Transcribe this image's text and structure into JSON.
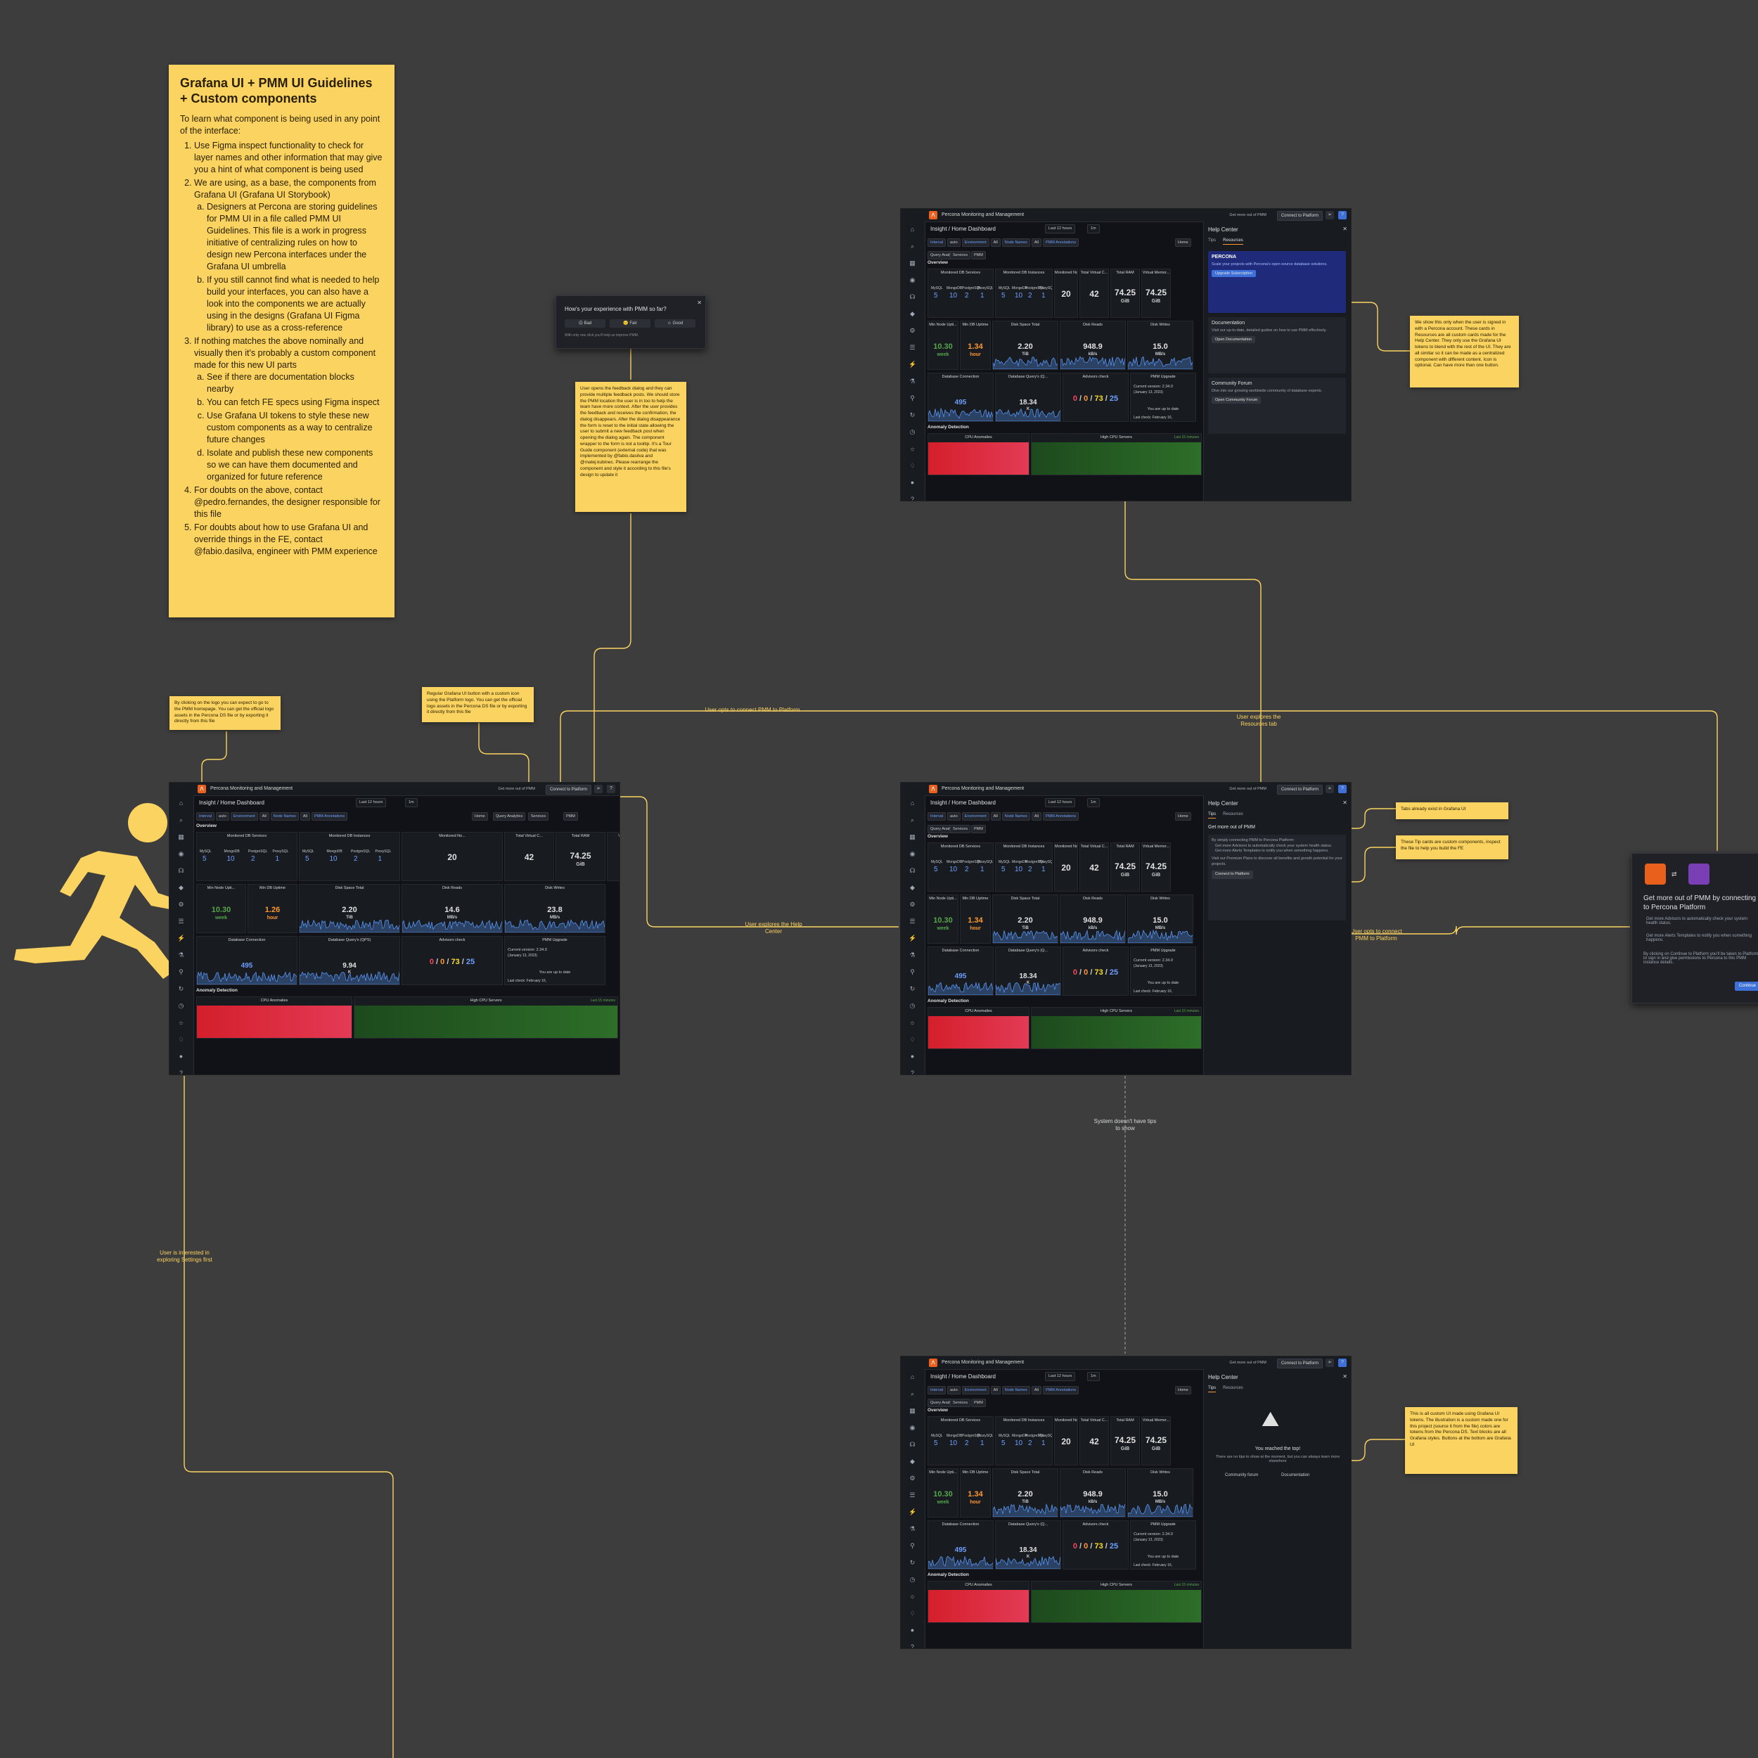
{
  "guide": {
    "title": "Grafana UI + PMM UI Guidelines + Custom components",
    "intro": "To learn what component is being used in any point of the interface:",
    "items": [
      "Use Figma inspect functionality to check for layer names and other information that may give you a hint of what component is being used",
      "We are using, as a base, the components from Grafana UI (Grafana UI Storybook)",
      "If nothing matches the above nominally and visually then it's probably a custom component made for this new UI parts",
      "For doubts on the above, contact @pedro.fernandes, the designer responsible for this file",
      "For doubts about how to use Grafana UI and override things in the FE, contact @fabio.dasilva, engineer with PMM experience"
    ],
    "sub2": [
      "Designers at Percona are storing guidelines for PMM UI in a file called PMM UI Guidelines. This file is a work in progress initiative of centralizing rules on how to design new Percona interfaces under the Grafana UI umbrella",
      "If you still cannot find what is needed to help build your interfaces, you can also have a look into the components we are actually using in the designs (Grafana UI Figma library) to use as a cross-reference"
    ],
    "sub3": [
      "See if there are documentation blocks nearby",
      "You can fetch FE specs using Figma inspect",
      "Use Grafana UI tokens to style these new custom components as a way to centralize future changes",
      "Isolate and publish these new components so we can have them documented and organized for future reference"
    ]
  },
  "notes": {
    "logo": "By clicking on the logo you can expect to go to the PMM homepage. You can get the official logo assets in the Percona DS file or by exporting it directly from this file",
    "connect_btn": "Regular Grafana UI button with a custom icon using the Platform logo. You can get the official logo assets in the Percona DS file or by exporting it directly from this file",
    "feedback": "User opens the feedback dialog and they can provide multiple feedback posts. We should store the PMM location the user is in too to help the team have more context. After the user provides the feedback and receives the confirmation, the dialog disappears. After the dialog disappearance the form is reset to the initial state allowing the user to submit a new feedback post when opening the dialog again. The component wrapper to the form is not a tooltip. It's a Tour Guide component (external code) that was implemented by @fabio.dasilva and @matej.kubinec. Please rearrange the component and style it according to this file's design to update it",
    "promo": "We show this only when the user is signed in with a Percona account. These cards in Resources are all custom cards made for the Help Center. They only use the Grafana UI tokens to blend with the rest of the UI. They are all similar so it can be made as a centralized component with different content. Icon is optional. Can have more than one button.",
    "tabs": "Tabs already exist in Grafana UI",
    "tipcards": "These Tip cards are custom components, inspect the file to help you build the FE",
    "empty": "This is all custom UI made using Grafana UI tokens. The illustration is a custom made one for this project (source it from the file) colors are tokens from the Percona DS. Text blocks are all Grafana styles. Buttons at the bottom are Grafana UI"
  },
  "flows": {
    "connect": "User opts to connect PMM to Platform",
    "resources": "User explores the Resources tab",
    "help": "User explores the Help Center",
    "connect2": "User opts to connect PMM to Platform",
    "notips": "System doesn't have tips to show",
    "settings": "User is interested in exploring Settings first"
  },
  "app": {
    "title": "Percona Monitoring and Management",
    "get_more": "Get more out of PMM",
    "connect": "Connect to Platform",
    "breadcrumb": "Insight / Home Dashboard",
    "time": "Last 12 hours",
    "refresh": "1m",
    "vars": [
      "Interval",
      "auto",
      "Environment",
      "All",
      "Node Names",
      "All",
      "PMM Annotations"
    ],
    "links": [
      "Home",
      "Query Analytics",
      "Services",
      "PMM"
    ],
    "overview": "Overview",
    "anomaly": "Anomaly Detection",
    "cpu_anom": "CPU Anomalies",
    "high_cpu": "High CPU Servers",
    "last15": "Last 15 minutes"
  },
  "panels": {
    "db_services": "Monitored DB Services",
    "db_instances": "Monitored DB Instances",
    "nodes": "Monitored No...",
    "vcpu": "Total Virtual C...",
    "ram": "Total RAM",
    "vmem": "Virtual Memor...",
    "db_names": [
      "MySQL",
      "MongoDB",
      "PostgreSQL",
      "ProxySQL"
    ],
    "db_counts": [
      "5",
      "10",
      "2",
      "1"
    ],
    "nodes_val": "20",
    "vcpu_val": "42",
    "ram_val": "74.25",
    "vmem_val": "74.25",
    "gib": "GiB",
    "min_node": "Min Node Upti...",
    "min_db": "Min DB Uptime",
    "disk_space": "Disk Space Total",
    "disk_reads": "Disk Reads",
    "disk_writes": "Disk Writes",
    "node_up": "10.30",
    "week": "week",
    "db_up": "1.26",
    "db_up_alt": "1.34",
    "hour": "hour",
    "disk_total": "2.20",
    "tib": "TiB",
    "reads_main": "14.6",
    "reads_alt": "948.9",
    "kbs": "kB/s",
    "mbs": "MB/s",
    "writes_main": "23.8",
    "writes_alt": "15.0",
    "db_conn": "Database Connection",
    "db_conn_val": "495",
    "db_qps": "Database Query's (QPS)",
    "db_qps_short": "Database Query's (Q...",
    "qps_val": "9.94",
    "qps_alt": "18.34",
    "k": "K",
    "advisors": "Advisors check",
    "adv_vals": [
      "0",
      "0",
      "73",
      "25"
    ],
    "pmm_upgrade": "PMM Upgrade",
    "current": "Current version: 2.34.0",
    "date": "(January 13, 2023)",
    "uptodate": "You are up to date",
    "lastcheck": "Last check: February 16,"
  },
  "feedback": {
    "question": "How's your experience with PMM so far?",
    "options": [
      "Bad",
      "Fair",
      "Good"
    ],
    "hint": "With only one click you'll help us improve PMM."
  },
  "help": {
    "title": "Help Center",
    "tabs": [
      "Tips",
      "Resources"
    ],
    "percona": "PERCONA",
    "promo_text": "Scale your projects with Percona's open source database solutions.",
    "upgrade": "Upgrade Subscription",
    "doc_title": "Documentation",
    "doc_text": "Visit our up-to-date, detailed guides on how to use PMM effectively.",
    "doc_btn": "Open Documentation",
    "forum_title": "Community Forum",
    "forum_text": "Dive into our growing worldwide community of database experts.",
    "forum_btn": "Open Community Forum",
    "tips_title": "Get more out of PMM",
    "tips_intro": "By simply connecting PMM to Percona Platform:",
    "tip1": "Get more Advisors to automatically check your system health status.",
    "tip2": "Get more Alerts Templates to notify you when something happens.",
    "tip3": "Visit our Premium Plans to discover all benefits and growth potential for your projects.",
    "tips_btn": "Connect to Platform",
    "empty_title": "You reached the top!",
    "empty_text": "There are no tips to show at the moment, but you can always learn more elsewhere",
    "empty_forum": "Community forum",
    "empty_docs": "Documentation"
  },
  "platform_modal": {
    "title": "Get more out of PMM by connecting to Percona Platform",
    "b1": "Get more Advisors to automatically check your system health status.",
    "b2": "Get more Alerts Templates to notify you when something happens.",
    "text": "By clicking on Continue to Platform you'll be taken to Platform to sign in and give permissions to Percona to this PMM instance details.",
    "continue": "Continue"
  }
}
